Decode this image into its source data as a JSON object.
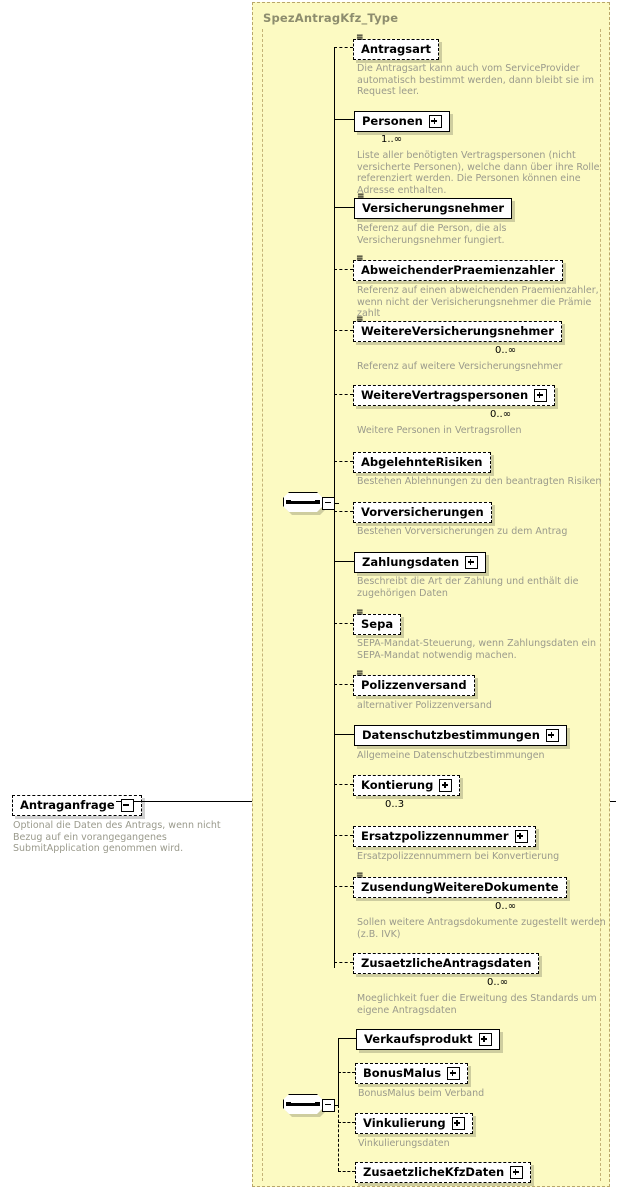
{
  "diagram": {
    "type": "xsd-schema-diagram",
    "container_title": "SpezAntragKfz_Type",
    "root": {
      "label": "Antraganfrage",
      "style": "dashed",
      "expander": "minus",
      "description": "Optional die Daten des Antrags, wenn nicht Bezug auf ein vorangegangenes SubmitApplication genommen wird."
    },
    "sequence_icon_name": "sequence-compositor",
    "groups": [
      {
        "id": "group-1",
        "compositor": "sequence",
        "expander": "minus",
        "items": [
          {
            "label": "Antragsart",
            "style": "dashed",
            "attribute_marker": true,
            "expander": null,
            "repeat": false,
            "occurrence": "",
            "description": "Die Antragsart kann auch vom ServiceProvider automatisch bestimmt werden, dann bleibt sie im Request leer."
          },
          {
            "label": "Personen",
            "style": "solid",
            "attribute_marker": false,
            "expander": "plus",
            "repeat": true,
            "occurrence": "1..∞",
            "description": "Liste aller benötigten Vertragspersonen (nicht versicherte Personen), welche dann über ihre Rolle referenziert werden. Die Personen können eine Adresse enthalten."
          },
          {
            "label": "Versicherungsnehmer",
            "style": "solid",
            "attribute_marker": true,
            "expander": null,
            "repeat": false,
            "occurrence": "",
            "description": "Referenz auf die Person, die als Versicherungsnehmer fungiert."
          },
          {
            "label": "AbweichenderPraemienzahler",
            "style": "dashed",
            "attribute_marker": true,
            "expander": null,
            "repeat": false,
            "occurrence": "",
            "description": "Referenz auf einen abweichenden Praemienzahler, wenn nicht der Verisicherungsnehmer die Prämie zahlt"
          },
          {
            "label": "WeitereVersicherungsnehmer",
            "style": "dashed",
            "attribute_marker": true,
            "expander": null,
            "repeat": true,
            "occurrence": "0..∞",
            "description": "Referenz auf weitere Versicherungsnehmer"
          },
          {
            "label": "WeitereVertragspersonen",
            "style": "dashed",
            "attribute_marker": false,
            "expander": "plus",
            "repeat": true,
            "occurrence": "0..∞",
            "description": "Weitere Personen in Vertragsrollen"
          },
          {
            "label": "AbgelehnteRisiken",
            "style": "dashed",
            "attribute_marker": false,
            "expander": null,
            "repeat": false,
            "occurrence": "",
            "description": "Bestehen Ablehnungen zu den beantragten Risiken"
          },
          {
            "label": "Vorversicherungen",
            "style": "dashed",
            "attribute_marker": false,
            "expander": null,
            "repeat": false,
            "occurrence": "",
            "description": "Bestehen Vorversicherungen zu dem Antrag"
          },
          {
            "label": "Zahlungsdaten",
            "style": "solid",
            "attribute_marker": false,
            "expander": "plus",
            "repeat": false,
            "occurrence": "",
            "description": "Beschreibt die Art der Zahlung und enthält die zugehörigen Daten"
          },
          {
            "label": "Sepa",
            "style": "dashed",
            "attribute_marker": true,
            "expander": null,
            "repeat": false,
            "occurrence": "",
            "description": "SEPA-Mandat-Steuerung, wenn Zahlungsdaten ein SEPA-Mandat notwendig machen."
          },
          {
            "label": "Polizzenversand",
            "style": "dashed",
            "attribute_marker": true,
            "expander": null,
            "repeat": false,
            "occurrence": "",
            "description": "alternativer Polizzenversand"
          },
          {
            "label": "Datenschutzbestimmungen",
            "style": "solid",
            "attribute_marker": false,
            "expander": "plus",
            "repeat": false,
            "occurrence": "",
            "description": "Allgemeine Datenschutzbestimmungen"
          },
          {
            "label": "Kontierung",
            "style": "dashed",
            "attribute_marker": false,
            "expander": "plus",
            "repeat": true,
            "occurrence": "0..3",
            "description": ""
          },
          {
            "label": "Ersatzpolizzennummer",
            "style": "dashed",
            "attribute_marker": false,
            "expander": "plus",
            "repeat": false,
            "occurrence": "",
            "description": "Ersatzpolizzennummern bei Konvertierung"
          },
          {
            "label": "ZusendungWeitereDokumente",
            "style": "dashed",
            "attribute_marker": true,
            "expander": null,
            "repeat": true,
            "occurrence": "0..∞",
            "description": "Sollen weitere Antragsdokumente zugestellt werden (z.B. IVK)"
          },
          {
            "label": "ZusaetzlicheAntragsdaten",
            "style": "dashed",
            "attribute_marker": false,
            "expander": null,
            "repeat": true,
            "occurrence": "0..∞",
            "description": "Moeglichkeit fuer die Erweitung des Standards um eigene Antragsdaten"
          }
        ]
      },
      {
        "id": "group-2",
        "compositor": "sequence",
        "expander": "minus",
        "items": [
          {
            "label": "Verkaufsprodukt",
            "style": "solid",
            "attribute_marker": false,
            "expander": "plus",
            "repeat": false,
            "occurrence": "",
            "description": ""
          },
          {
            "label": "BonusMalus",
            "style": "dashed",
            "attribute_marker": false,
            "expander": "plus",
            "repeat": false,
            "occurrence": "",
            "description": "BonusMalus beim Verband"
          },
          {
            "label": "Vinkulierung",
            "style": "dashed",
            "attribute_marker": false,
            "expander": "plus",
            "repeat": false,
            "occurrence": "",
            "description": "Vinkulierungsdaten"
          },
          {
            "label": "ZusaetzlicheKfzDaten",
            "style": "dashed",
            "attribute_marker": false,
            "expander": "plus",
            "repeat": false,
            "occurrence": "",
            "description": ""
          }
        ]
      }
    ],
    "colors": {
      "container_background": "#fcfac2",
      "container_border": "#b9a76a",
      "title_text": "#8d8d6e",
      "description_text": "#9a9a8c",
      "node_border": "#000000",
      "node_background": "#ffffff"
    }
  }
}
